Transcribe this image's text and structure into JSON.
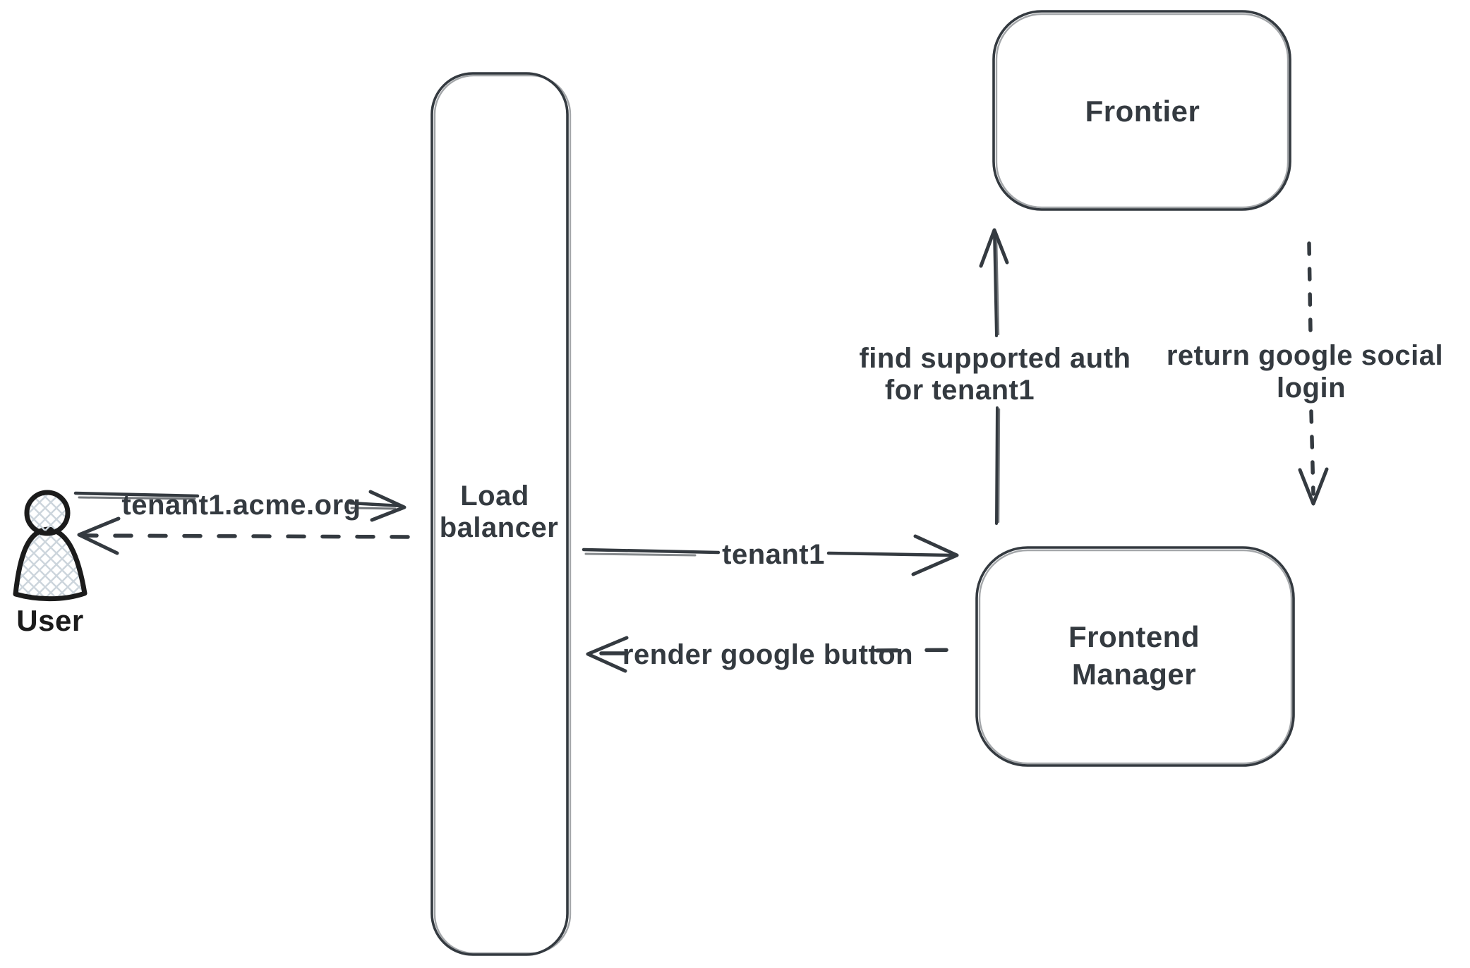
{
  "diagram": {
    "title": "tenant auth flow diagram",
    "colors": {
      "background": "#ffffff",
      "stroke": "#343a40",
      "user_stroke": "#1b1b1b",
      "hatch": "#ccd5dc"
    },
    "nodes": {
      "user": {
        "label": "User"
      },
      "load_balancer": {
        "label_line1": "Load",
        "label_line2": "balancer"
      },
      "frontier": {
        "label": "Frontier"
      },
      "frontend_manager": {
        "label_line1": "Frontend",
        "label_line2": "Manager"
      }
    },
    "edges": {
      "user_to_lb": {
        "label": "tenant1.acme.org",
        "style": "solid",
        "direction": "right"
      },
      "lb_to_user": {
        "label": "",
        "style": "dashed",
        "direction": "left"
      },
      "lb_to_fm": {
        "label": "tenant1",
        "style": "solid",
        "direction": "right"
      },
      "fm_to_lb": {
        "label": "render google button",
        "style": "dashed",
        "direction": "left"
      },
      "fm_to_frontier": {
        "label_line1": "find supported auth",
        "label_line2": "for tenant1",
        "style": "solid",
        "direction": "up"
      },
      "frontier_to_fm": {
        "label_line1": "return google social",
        "label_line2": "login",
        "style": "dashed",
        "direction": "down"
      }
    }
  }
}
